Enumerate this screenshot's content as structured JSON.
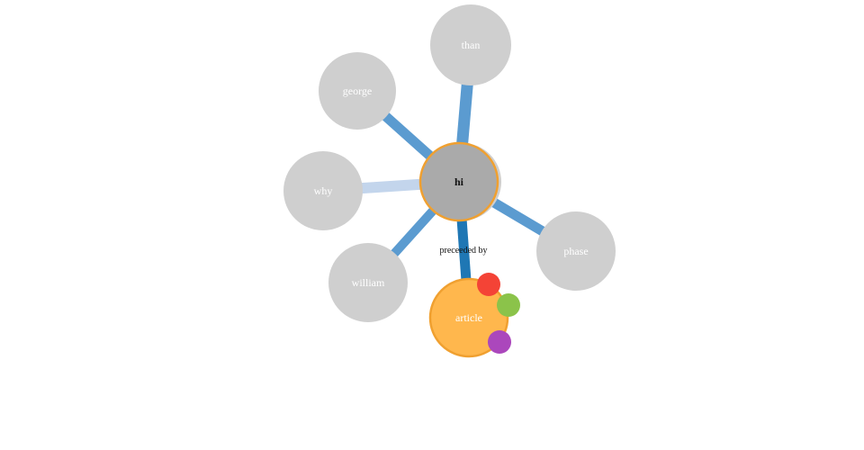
{
  "graph": {
    "center": {
      "id": "hi",
      "label": "hi",
      "color": "#aaaaaa",
      "stroke": "#f0a030"
    },
    "nodes": [
      {
        "id": "than",
        "label": "than",
        "color": "#cfcfcf"
      },
      {
        "id": "george",
        "label": "george",
        "color": "#cfcfcf"
      },
      {
        "id": "why",
        "label": "why",
        "color": "#cfcfcf"
      },
      {
        "id": "william",
        "label": "william",
        "color": "#cfcfcf"
      },
      {
        "id": "phase",
        "label": "phase",
        "color": "#cfcfcf"
      },
      {
        "id": "article",
        "label": "article",
        "color": "#ffb74d",
        "stroke": "#f0a030",
        "selected": true
      }
    ],
    "edges": [
      {
        "target": "than",
        "color": "#5b9bd0"
      },
      {
        "target": "george",
        "color": "#5b9bd0"
      },
      {
        "target": "why",
        "color": "#c3d5ec"
      },
      {
        "target": "william",
        "color": "#5b9bd0"
      },
      {
        "target": "phase",
        "color": "#5b9bd0"
      },
      {
        "target": "article",
        "color": "#1f77b4",
        "label": "preceeded by"
      }
    ],
    "action_buttons": [
      {
        "name": "red-action-button",
        "color": "#f44336"
      },
      {
        "name": "green-action-button",
        "color": "#8bc34a"
      },
      {
        "name": "purple-action-button",
        "color": "#ab47bc"
      }
    ]
  }
}
